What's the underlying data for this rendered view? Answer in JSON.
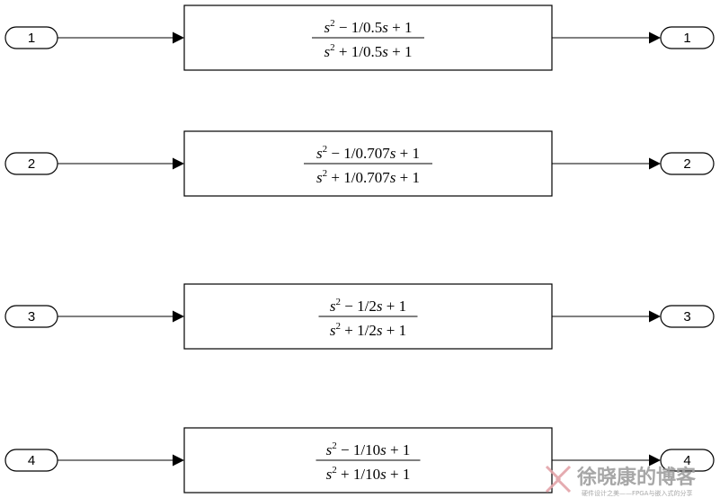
{
  "rows": [
    {
      "inport": "1",
      "outport": "1",
      "numerator": {
        "lead": "1/0.5",
        "tail": "+ 1"
      },
      "denominator": {
        "lead": "1/0.5",
        "tail": "+ 1"
      }
    },
    {
      "inport": "2",
      "outport": "2",
      "numerator": {
        "lead": "1/0.707",
        "tail": "+ 1"
      },
      "denominator": {
        "lead": "1/0.707",
        "tail": "+ 1"
      }
    },
    {
      "inport": "3",
      "outport": "3",
      "numerator": {
        "lead": "1/2",
        "tail": "+ 1"
      },
      "denominator": {
        "lead": "1/2",
        "tail": "+ 1"
      }
    },
    {
      "inport": "4",
      "outport": "4",
      "numerator": {
        "lead": "1/10",
        "tail": "+ 1"
      },
      "denominator": {
        "lead": "1/10",
        "tail": "+ 1"
      }
    }
  ],
  "watermark": {
    "title": "徐晓康的博客",
    "subtitle": "硬件设计之美——FPGA与嵌入式的分享"
  }
}
